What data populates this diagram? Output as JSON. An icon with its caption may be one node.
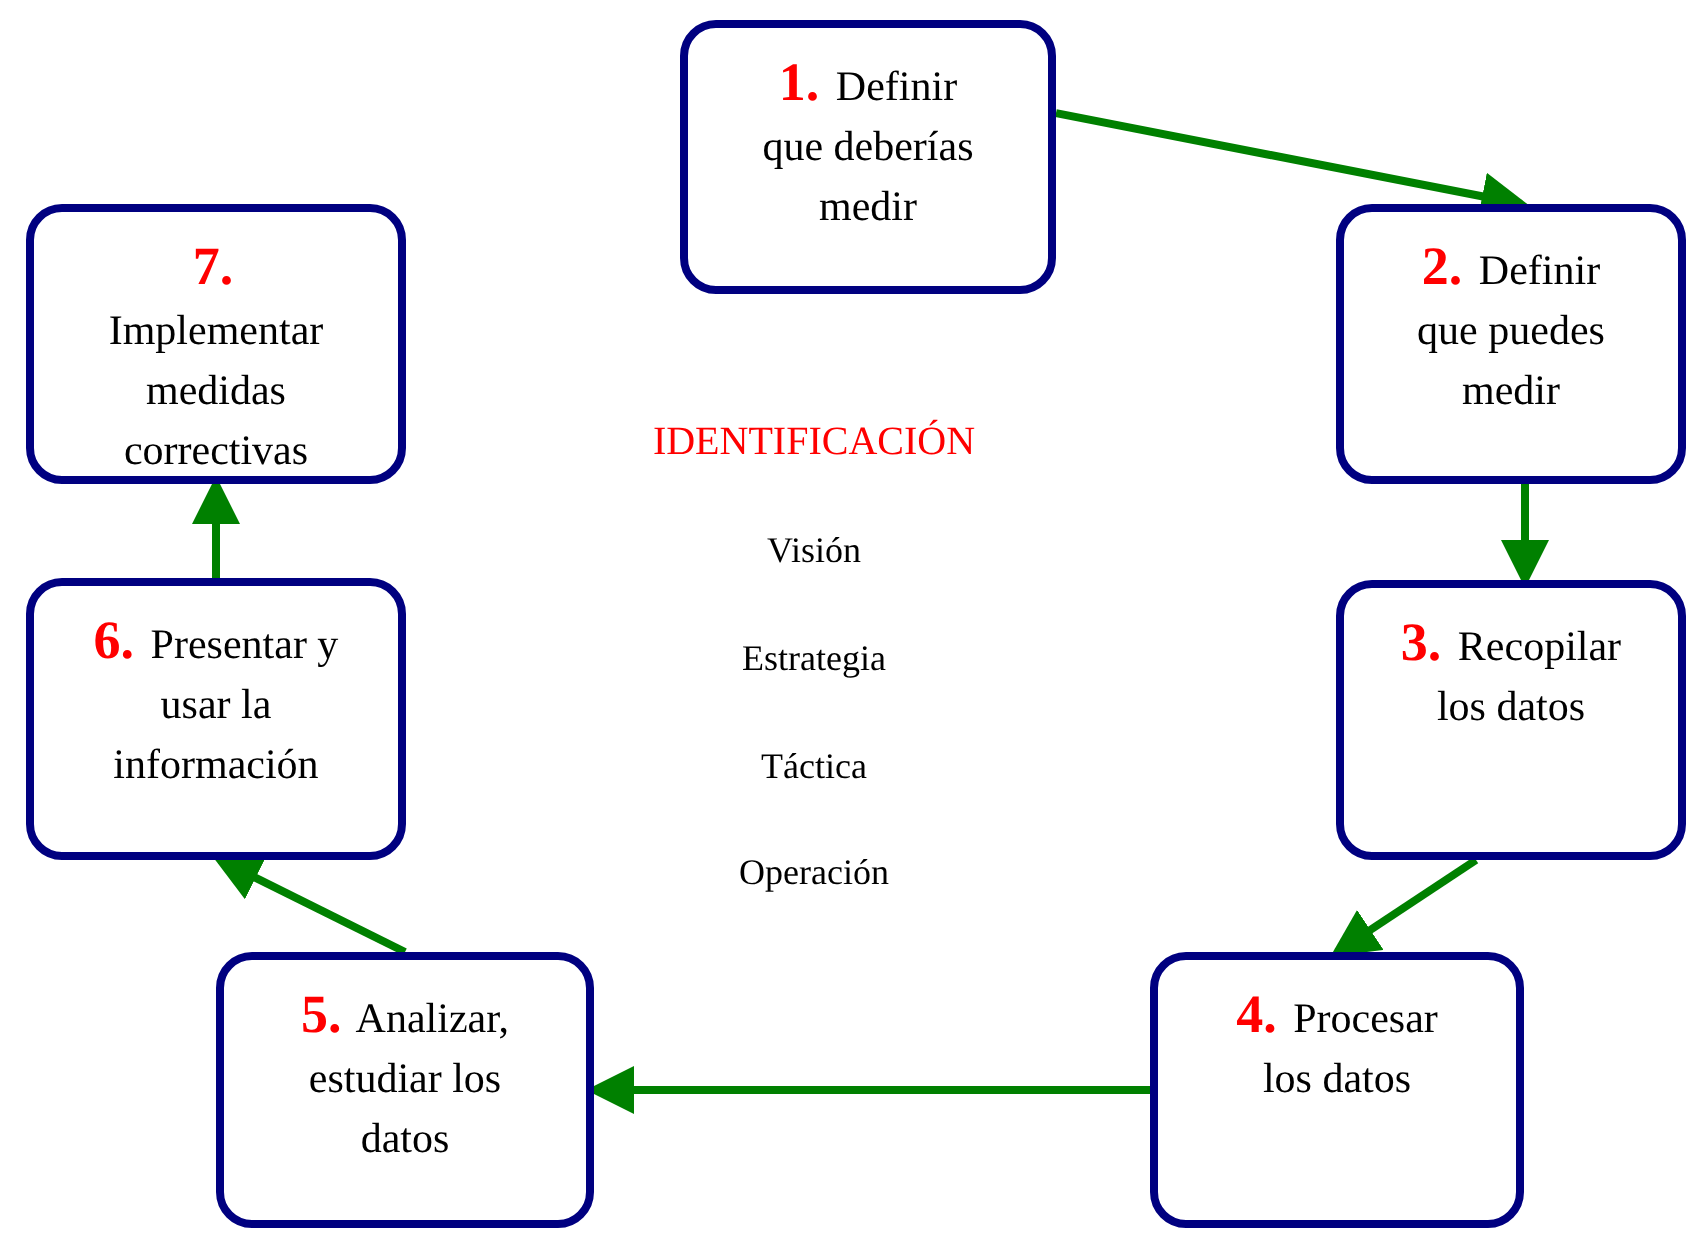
{
  "diagram": {
    "nodes": [
      {
        "text": [
          "**1.** Definir que deberías medir"
        ]
      },
      {
        "text": [
          "**2.** Definir que puedes medir"
        ]
      },
      {
        "text": [
          "**3.** Recopilar los datos"
        ]
      },
      {
        "text": [
          "**4.** Procesar los datos"
        ]
      },
      {
        "text": [
          "**5.** Analizar, estudiar los datos"
        ]
      },
      {
        "text": [
          "**6.** Presentar y usar la información"
        ]
      },
      {
        "text": [
          "**7.** Implementar medidas correctivas"
        ]
      }
    ],
    "edges": [
      {
        "from": 0,
        "to": 1,
        "arrow": "to"
      },
      {
        "from": 1,
        "to": 2,
        "arrow": "to"
      },
      {
        "from": 2,
        "to": 3,
        "arrow": "to"
      },
      {
        "from": 3,
        "to": 4,
        "arrow": "to"
      },
      {
        "from": 4,
        "to": 5,
        "arrow": "to"
      },
      {
        "from": 5,
        "to": 6,
        "arrow": "to"
      }
    ],
    "labels": [
      "IDENTIFICACIÓN",
      "Visión",
      "Estrategia",
      "Táctica",
      "Operación"
    ]
  }
}
